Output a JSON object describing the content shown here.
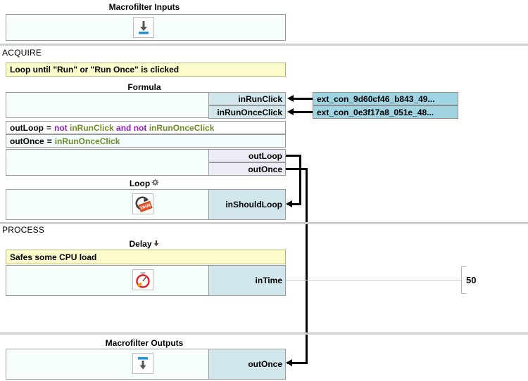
{
  "sections": [
    {
      "id": "acquire",
      "label": "ACQUIRE"
    },
    {
      "id": "process",
      "label": "PROCESS"
    }
  ],
  "blocks": {
    "macrofilter_inputs": {
      "title": "Macrofilter Inputs",
      "icon": "macrofilter-input-icon"
    },
    "formula": {
      "title": "Formula",
      "comment": "Loop until \"Run\" or \"Run Once\" is clicked",
      "inputs": [
        {
          "name": "inRunClick"
        },
        {
          "name": "inRunOnceClick"
        }
      ],
      "expressions": [
        {
          "target": "outLoop",
          "eq": "=",
          "tokens": [
            {
              "t": "not",
              "k": "kw"
            },
            {
              "t": "inRunClick",
              "k": "var"
            },
            {
              "t": "and",
              "k": "kw"
            },
            {
              "t": "not",
              "k": "kw"
            },
            {
              "t": "inRunOnceClick",
              "k": "var"
            }
          ]
        },
        {
          "target": "outOnce",
          "eq": "=",
          "tokens": [
            {
              "t": "inRunOnceClick",
              "k": "var"
            }
          ]
        }
      ],
      "outputs": [
        {
          "name": "outLoop"
        },
        {
          "name": "outOnce"
        }
      ]
    },
    "loop": {
      "title": "Loop",
      "title_glyph": "gear-icon",
      "icon": "loop-true-icon",
      "inputs": [
        {
          "name": "inShouldLoop"
        }
      ]
    },
    "delay": {
      "title": "Delay",
      "title_glyph": "down-arrow-glyph",
      "comment": "Safes some CPU load",
      "icon": "stopwatch-icon",
      "inputs": [
        {
          "name": "inTime"
        }
      ]
    },
    "macrofilter_outputs": {
      "title": "Macrofilter Outputs",
      "icon": "macrofilter-output-icon",
      "outputs": [
        {
          "name": "outOnce"
        }
      ]
    }
  },
  "external_connections": [
    {
      "label": "ext_con_9d60cf46_b843_49..."
    },
    {
      "label": "ext_con_0e3f17a8_051e_48..."
    }
  ],
  "constants": [
    {
      "value": "50",
      "target": "inTime"
    }
  ],
  "colors": {
    "input_port": "#d2e7ec",
    "output_port": "#ececf6",
    "comment": "#fbfbcc",
    "ext_con": "#9fd4e3",
    "node_body": "#f7fffa",
    "keyword": "#8a1bb5",
    "variable": "#6d8c26",
    "wire": "#000000",
    "divider": "#d2d2d2"
  }
}
